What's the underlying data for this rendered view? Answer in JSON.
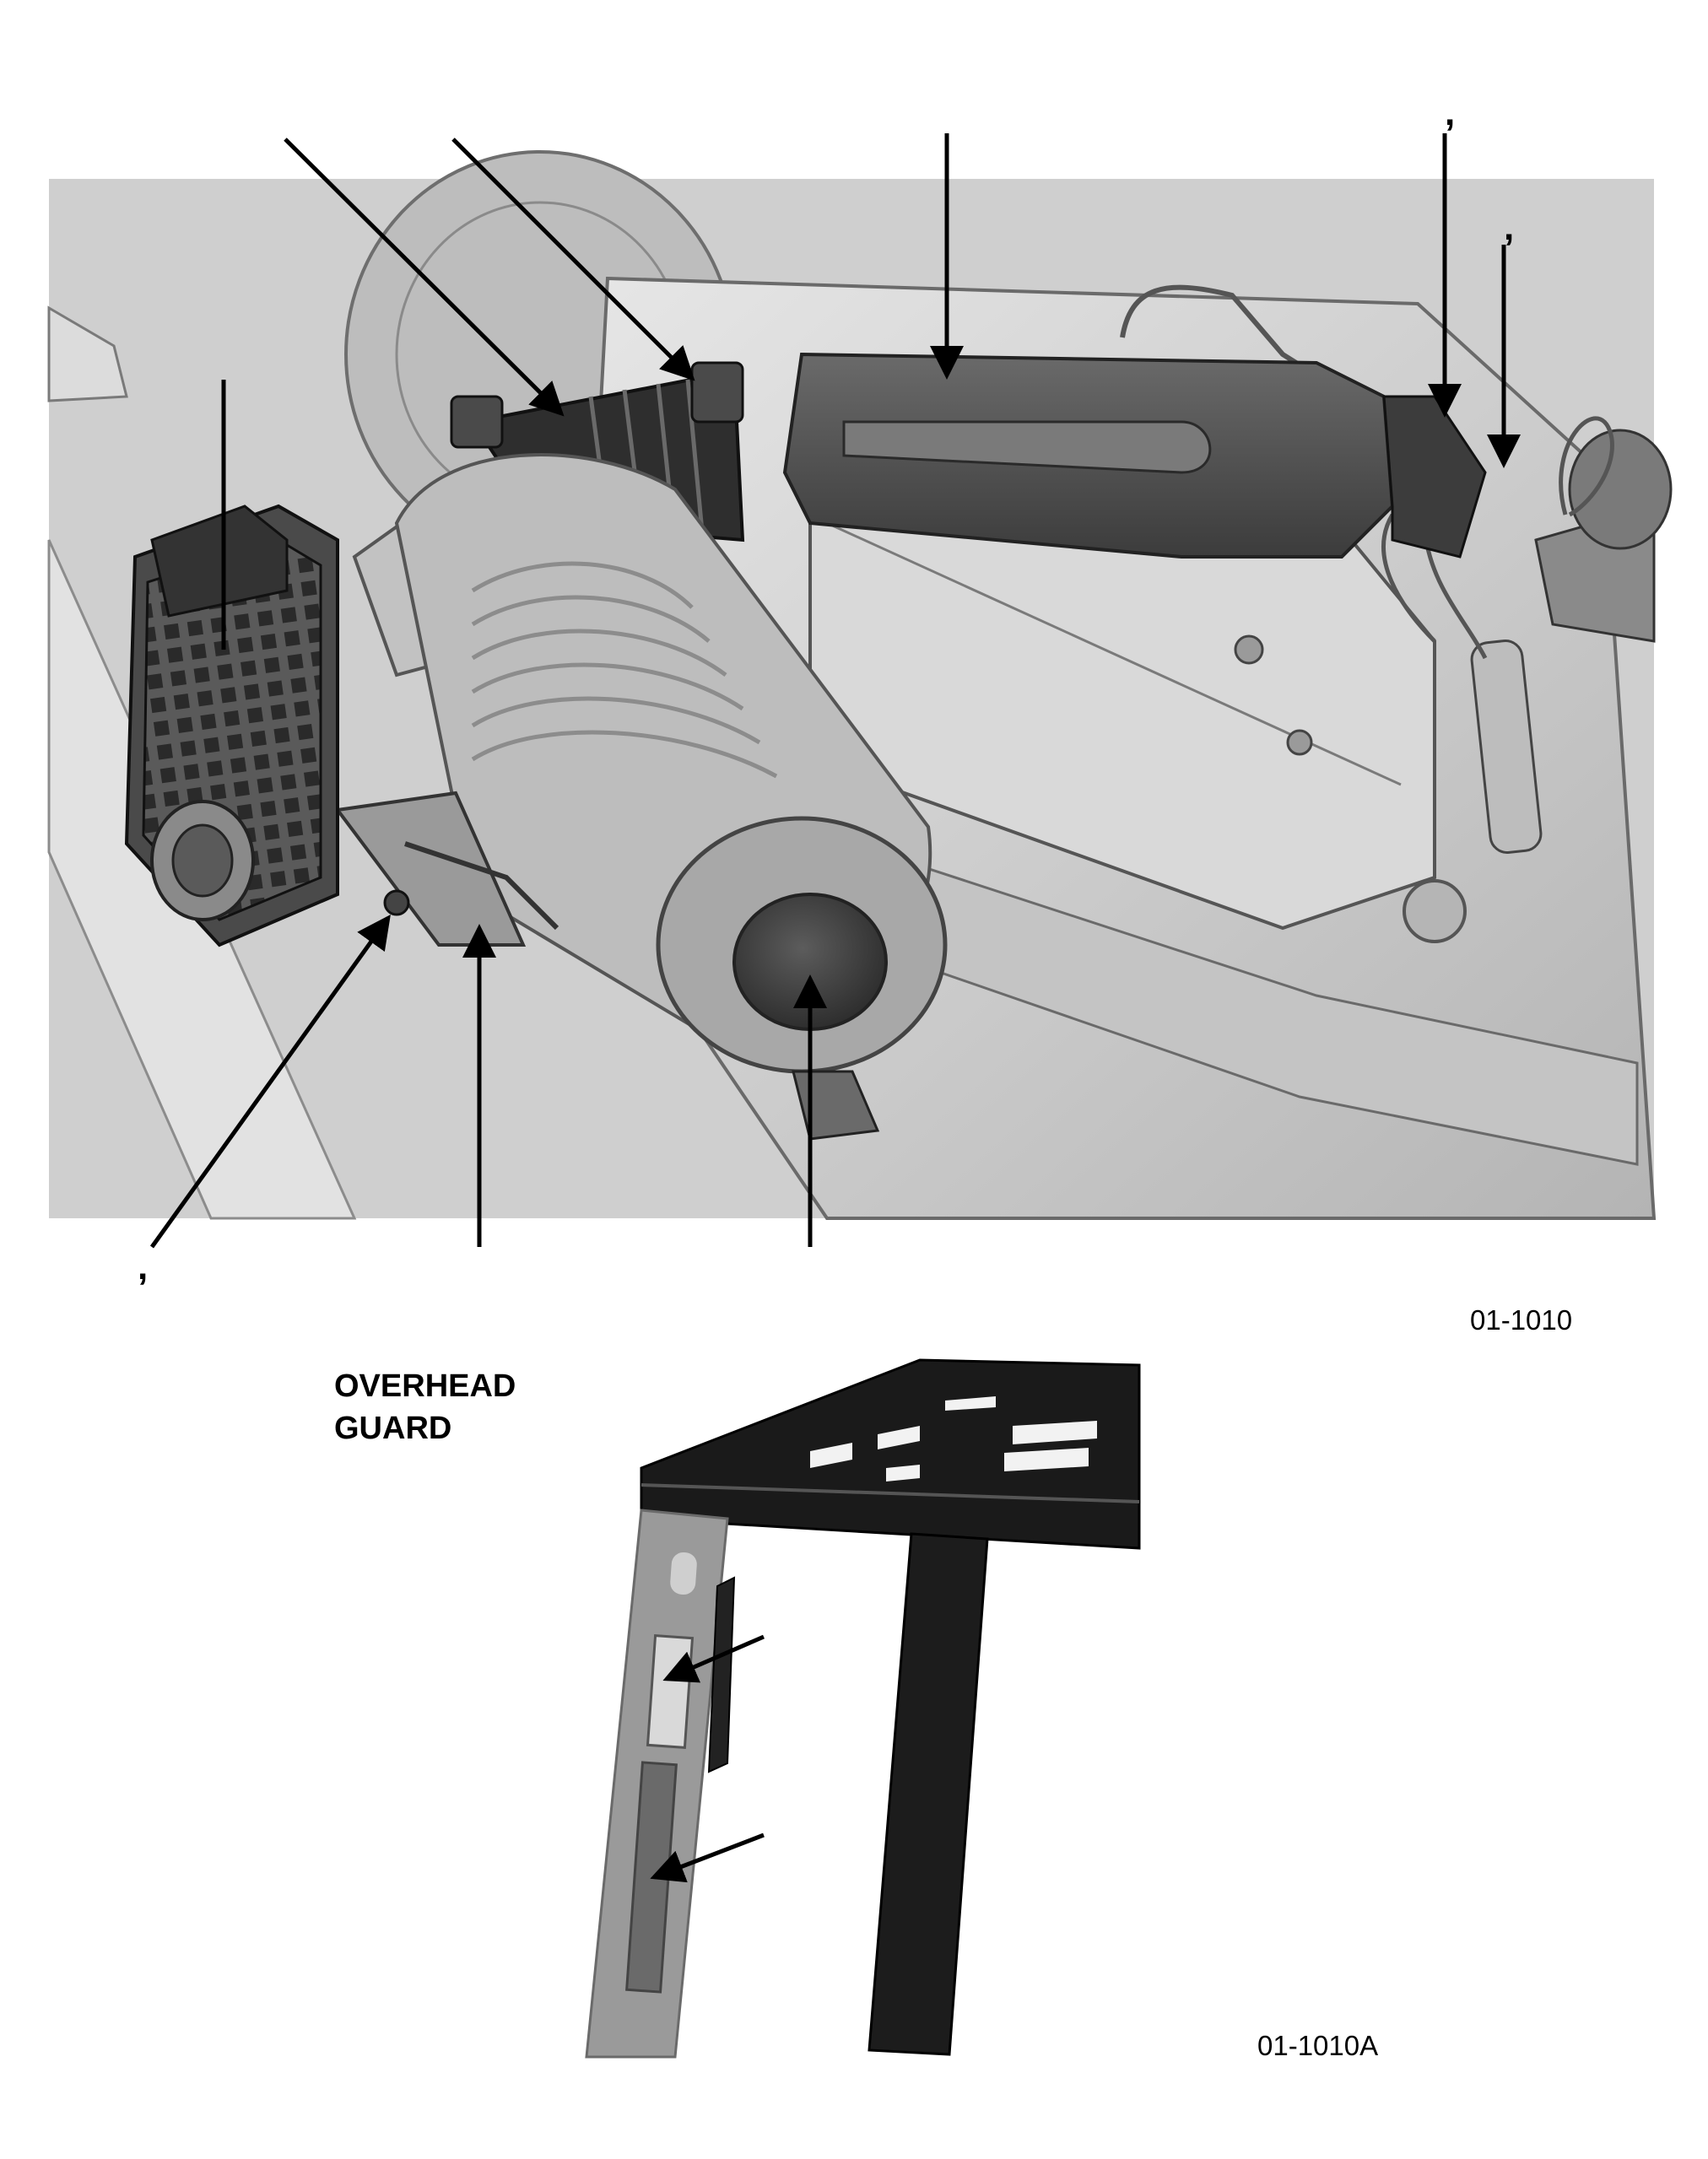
{
  "figure_top": {
    "id_label": "01-1010",
    "callout_marks": [
      ",",
      ",",
      ","
    ]
  },
  "figure_bottom": {
    "id_label": "01-1010A",
    "heading_line_1": "OVERHEAD",
    "heading_line_2": "GUARD"
  },
  "colors": {
    "ink": "#000000",
    "line_art_gray": "#d0d0d0",
    "dark_part": "#4a4a4a",
    "guard_frame": "#1a1a1a",
    "guard_leg": "#9a9a9a"
  }
}
